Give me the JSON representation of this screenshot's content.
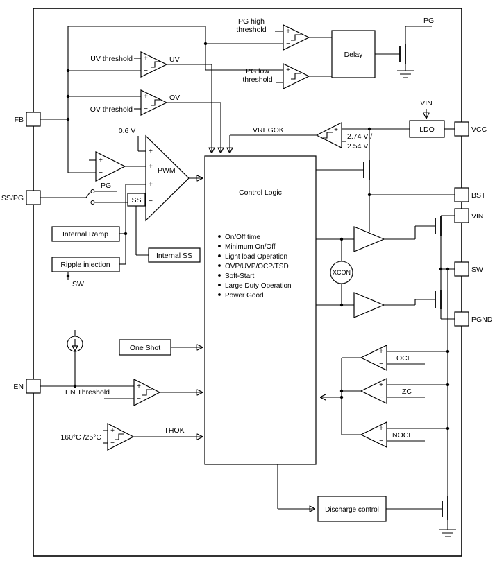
{
  "pins": {
    "fb": "FB",
    "ss_pg": "SS/PG",
    "en": "EN",
    "vcc": "VCC",
    "bst": "BST",
    "vin": "VIN",
    "sw": "SW",
    "pgnd": "PGND",
    "pg_top": "PG",
    "vin_top": "VIN"
  },
  "blocks": {
    "delay": "Delay",
    "ldo": "LDO",
    "control_logic": "Control Logic",
    "internal_ramp": "Internal Ramp",
    "ripple_injection": "Ripple injection",
    "internal_ss": "Internal SS",
    "one_shot": "One Shot",
    "discharge_control": "Discharge control"
  },
  "signals": {
    "uv": "UV",
    "ov": "OV",
    "vregok": "VREGOK",
    "pwm": "PWM",
    "ss": "SS",
    "pg": "PG",
    "sw": "SW",
    "thok": "THOK",
    "xcon": "XCON",
    "ocl": "OCL",
    "zc": "ZC",
    "nocl": "NOCL"
  },
  "thresholds": {
    "uv": "UV threshold",
    "ov": "OV threshold",
    "pg_high_line1": "PG high",
    "pg_high_line2": "threshold",
    "pg_low_line1": "PG low",
    "pg_low_line2": "threshold",
    "vreg_line1": "2.74 V /",
    "vreg_line2": "2.54 V",
    "ref": "0.6 V",
    "en": "EN Threshold",
    "temp": "160°C /25°C"
  },
  "control_logic_features": [
    "On/Off time",
    "Minimum On/Off",
    "Light load Operation",
    "OVP/UVP/OCP/TSD",
    "Soft-Start",
    "Large Duty Operation",
    "Power Good"
  ],
  "symbols": {
    "plus": "+",
    "minus": "−"
  }
}
